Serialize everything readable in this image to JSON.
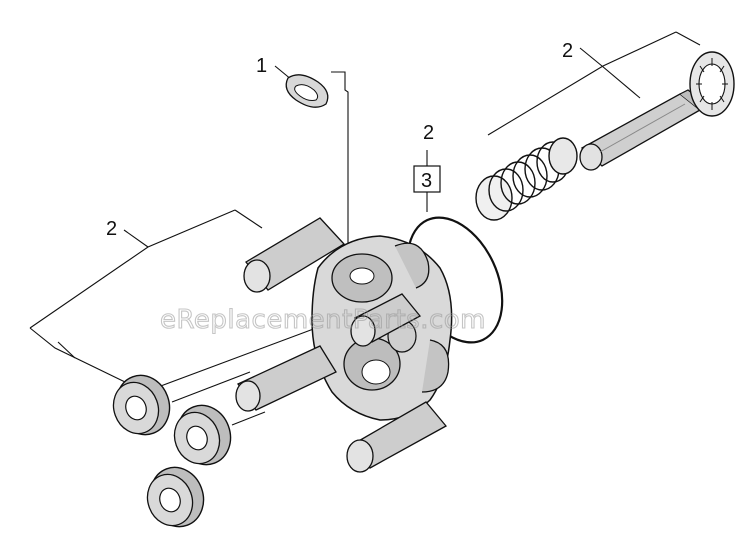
{
  "diagram": {
    "callouts": {
      "c1": "1",
      "c2_top_right": "2",
      "c2_center": "2",
      "c3_box": "3",
      "c2_left": "2"
    },
    "watermark": "eReplacementParts.com"
  },
  "colors": {
    "line": "#111111",
    "part_fill": "#d8d8d8",
    "part_shade": "#a8a8a8",
    "background": "#ffffff"
  }
}
